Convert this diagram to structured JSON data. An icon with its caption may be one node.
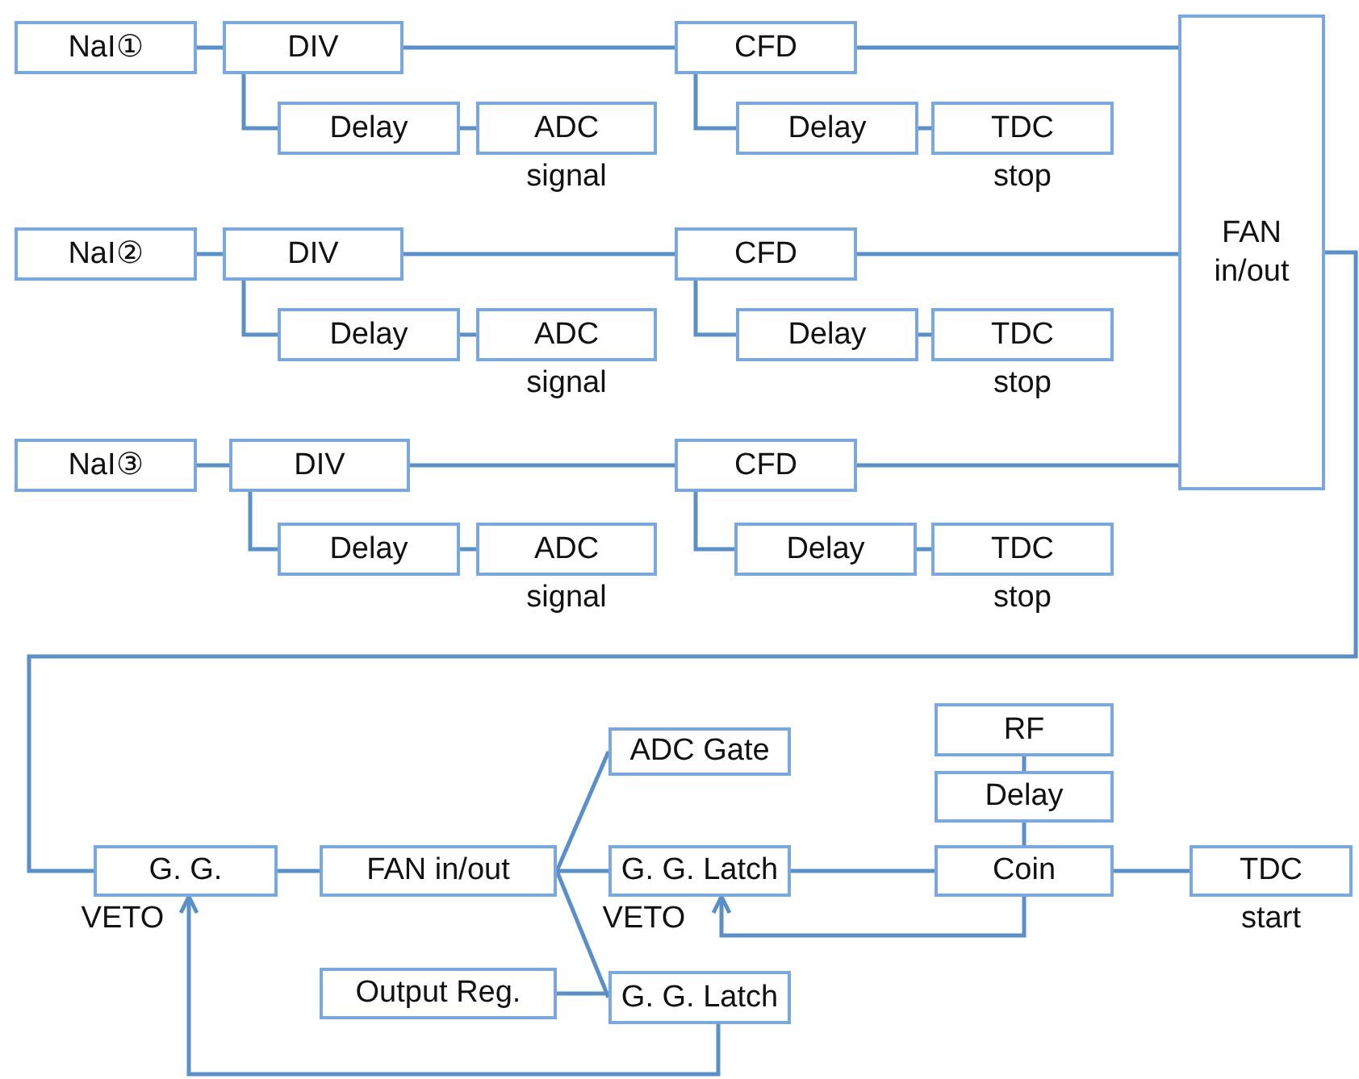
{
  "diagram": {
    "nodes": [
      {
        "text": [
          "NaI①"
        ]
      },
      {
        "text": [
          "DIV"
        ]
      },
      {
        "text": [
          "Delay"
        ]
      },
      {
        "text": [
          "ADC"
        ],
        "beside": [
          "signal"
        ]
      },
      {
        "text": [
          "CFD"
        ]
      },
      {
        "text": [
          "Delay"
        ]
      },
      {
        "text": [
          "TDC"
        ],
        "beside": [
          "stop"
        ]
      },
      {
        "text": [
          "NaI②"
        ]
      },
      {
        "text": [
          "DIV"
        ]
      },
      {
        "text": [
          "Delay"
        ]
      },
      {
        "text": [
          "ADC"
        ],
        "beside": [
          "signal"
        ]
      },
      {
        "text": [
          "CFD"
        ]
      },
      {
        "text": [
          "Delay"
        ]
      },
      {
        "text": [
          "TDC"
        ],
        "beside": [
          "stop"
        ]
      },
      {
        "text": [
          "NaI③"
        ]
      },
      {
        "text": [
          "DIV"
        ]
      },
      {
        "text": [
          "Delay"
        ]
      },
      {
        "text": [
          "ADC"
        ],
        "beside": [
          "signal"
        ]
      },
      {
        "text": [
          "CFD"
        ]
      },
      {
        "text": [
          "Delay"
        ]
      },
      {
        "text": [
          "TDC"
        ],
        "beside": [
          "stop"
        ]
      },
      {
        "text": [
          "FAN in/out"
        ]
      },
      {
        "text": [
          "G. G."
        ],
        "beside": [
          "VETO"
        ]
      },
      {
        "text": [
          "FAN in/out"
        ]
      },
      {
        "text": [
          "ADC Gate"
        ]
      },
      {
        "text": [
          "RF"
        ]
      },
      {
        "text": [
          "Delay"
        ]
      },
      {
        "text": [
          "G. G. Latch"
        ],
        "beside": [
          "VETO"
        ]
      },
      {
        "text": [
          "Coin"
        ]
      },
      {
        "text": [
          "TDC"
        ],
        "beside": [
          "start"
        ]
      },
      {
        "text": [
          "Output Reg."
        ]
      },
      {
        "text": [
          "G. G. Latch"
        ]
      }
    ],
    "edges": [
      {
        "from": 0,
        "to": 1,
        "arrow": "none"
      },
      {
        "from": 1,
        "to": 2,
        "arrow": "none"
      },
      {
        "from": 2,
        "to": 3,
        "arrow": "none"
      },
      {
        "from": 1,
        "to": 4,
        "arrow": "none"
      },
      {
        "from": 4,
        "to": 5,
        "arrow": "none"
      },
      {
        "from": 5,
        "to": 6,
        "arrow": "none"
      },
      {
        "from": 4,
        "to": 21,
        "arrow": "none"
      },
      {
        "from": 7,
        "to": 8,
        "arrow": "none"
      },
      {
        "from": 8,
        "to": 9,
        "arrow": "none"
      },
      {
        "from": 9,
        "to": 10,
        "arrow": "none"
      },
      {
        "from": 8,
        "to": 11,
        "arrow": "none"
      },
      {
        "from": 11,
        "to": 12,
        "arrow": "none"
      },
      {
        "from": 12,
        "to": 13,
        "arrow": "none"
      },
      {
        "from": 11,
        "to": 21,
        "arrow": "none"
      },
      {
        "from": 14,
        "to": 15,
        "arrow": "none"
      },
      {
        "from": 15,
        "to": 16,
        "arrow": "none"
      },
      {
        "from": 16,
        "to": 17,
        "arrow": "none"
      },
      {
        "from": 15,
        "to": 18,
        "arrow": "none"
      },
      {
        "from": 18,
        "to": 19,
        "arrow": "none"
      },
      {
        "from": 19,
        "to": 20,
        "arrow": "none"
      },
      {
        "from": 18,
        "to": 21,
        "arrow": "none"
      },
      {
        "from": 21,
        "to": 22,
        "arrow": "none"
      },
      {
        "from": 22,
        "to": 23,
        "arrow": "none"
      },
      {
        "from": 23,
        "to": 24,
        "arrow": "none"
      },
      {
        "from": 23,
        "to": 27,
        "arrow": "none"
      },
      {
        "from": 23,
        "to": 31,
        "arrow": "none"
      },
      {
        "from": 30,
        "to": 31,
        "arrow": "none"
      },
      {
        "from": 27,
        "to": 28,
        "arrow": "none"
      },
      {
        "from": 25,
        "to": 26,
        "arrow": "none"
      },
      {
        "from": 26,
        "to": 28,
        "arrow": "none"
      },
      {
        "from": 28,
        "to": 29,
        "arrow": "none"
      },
      {
        "from": 28,
        "to": 27,
        "arrow": "to"
      },
      {
        "from": 31,
        "to": 22,
        "arrow": "to"
      }
    ]
  }
}
